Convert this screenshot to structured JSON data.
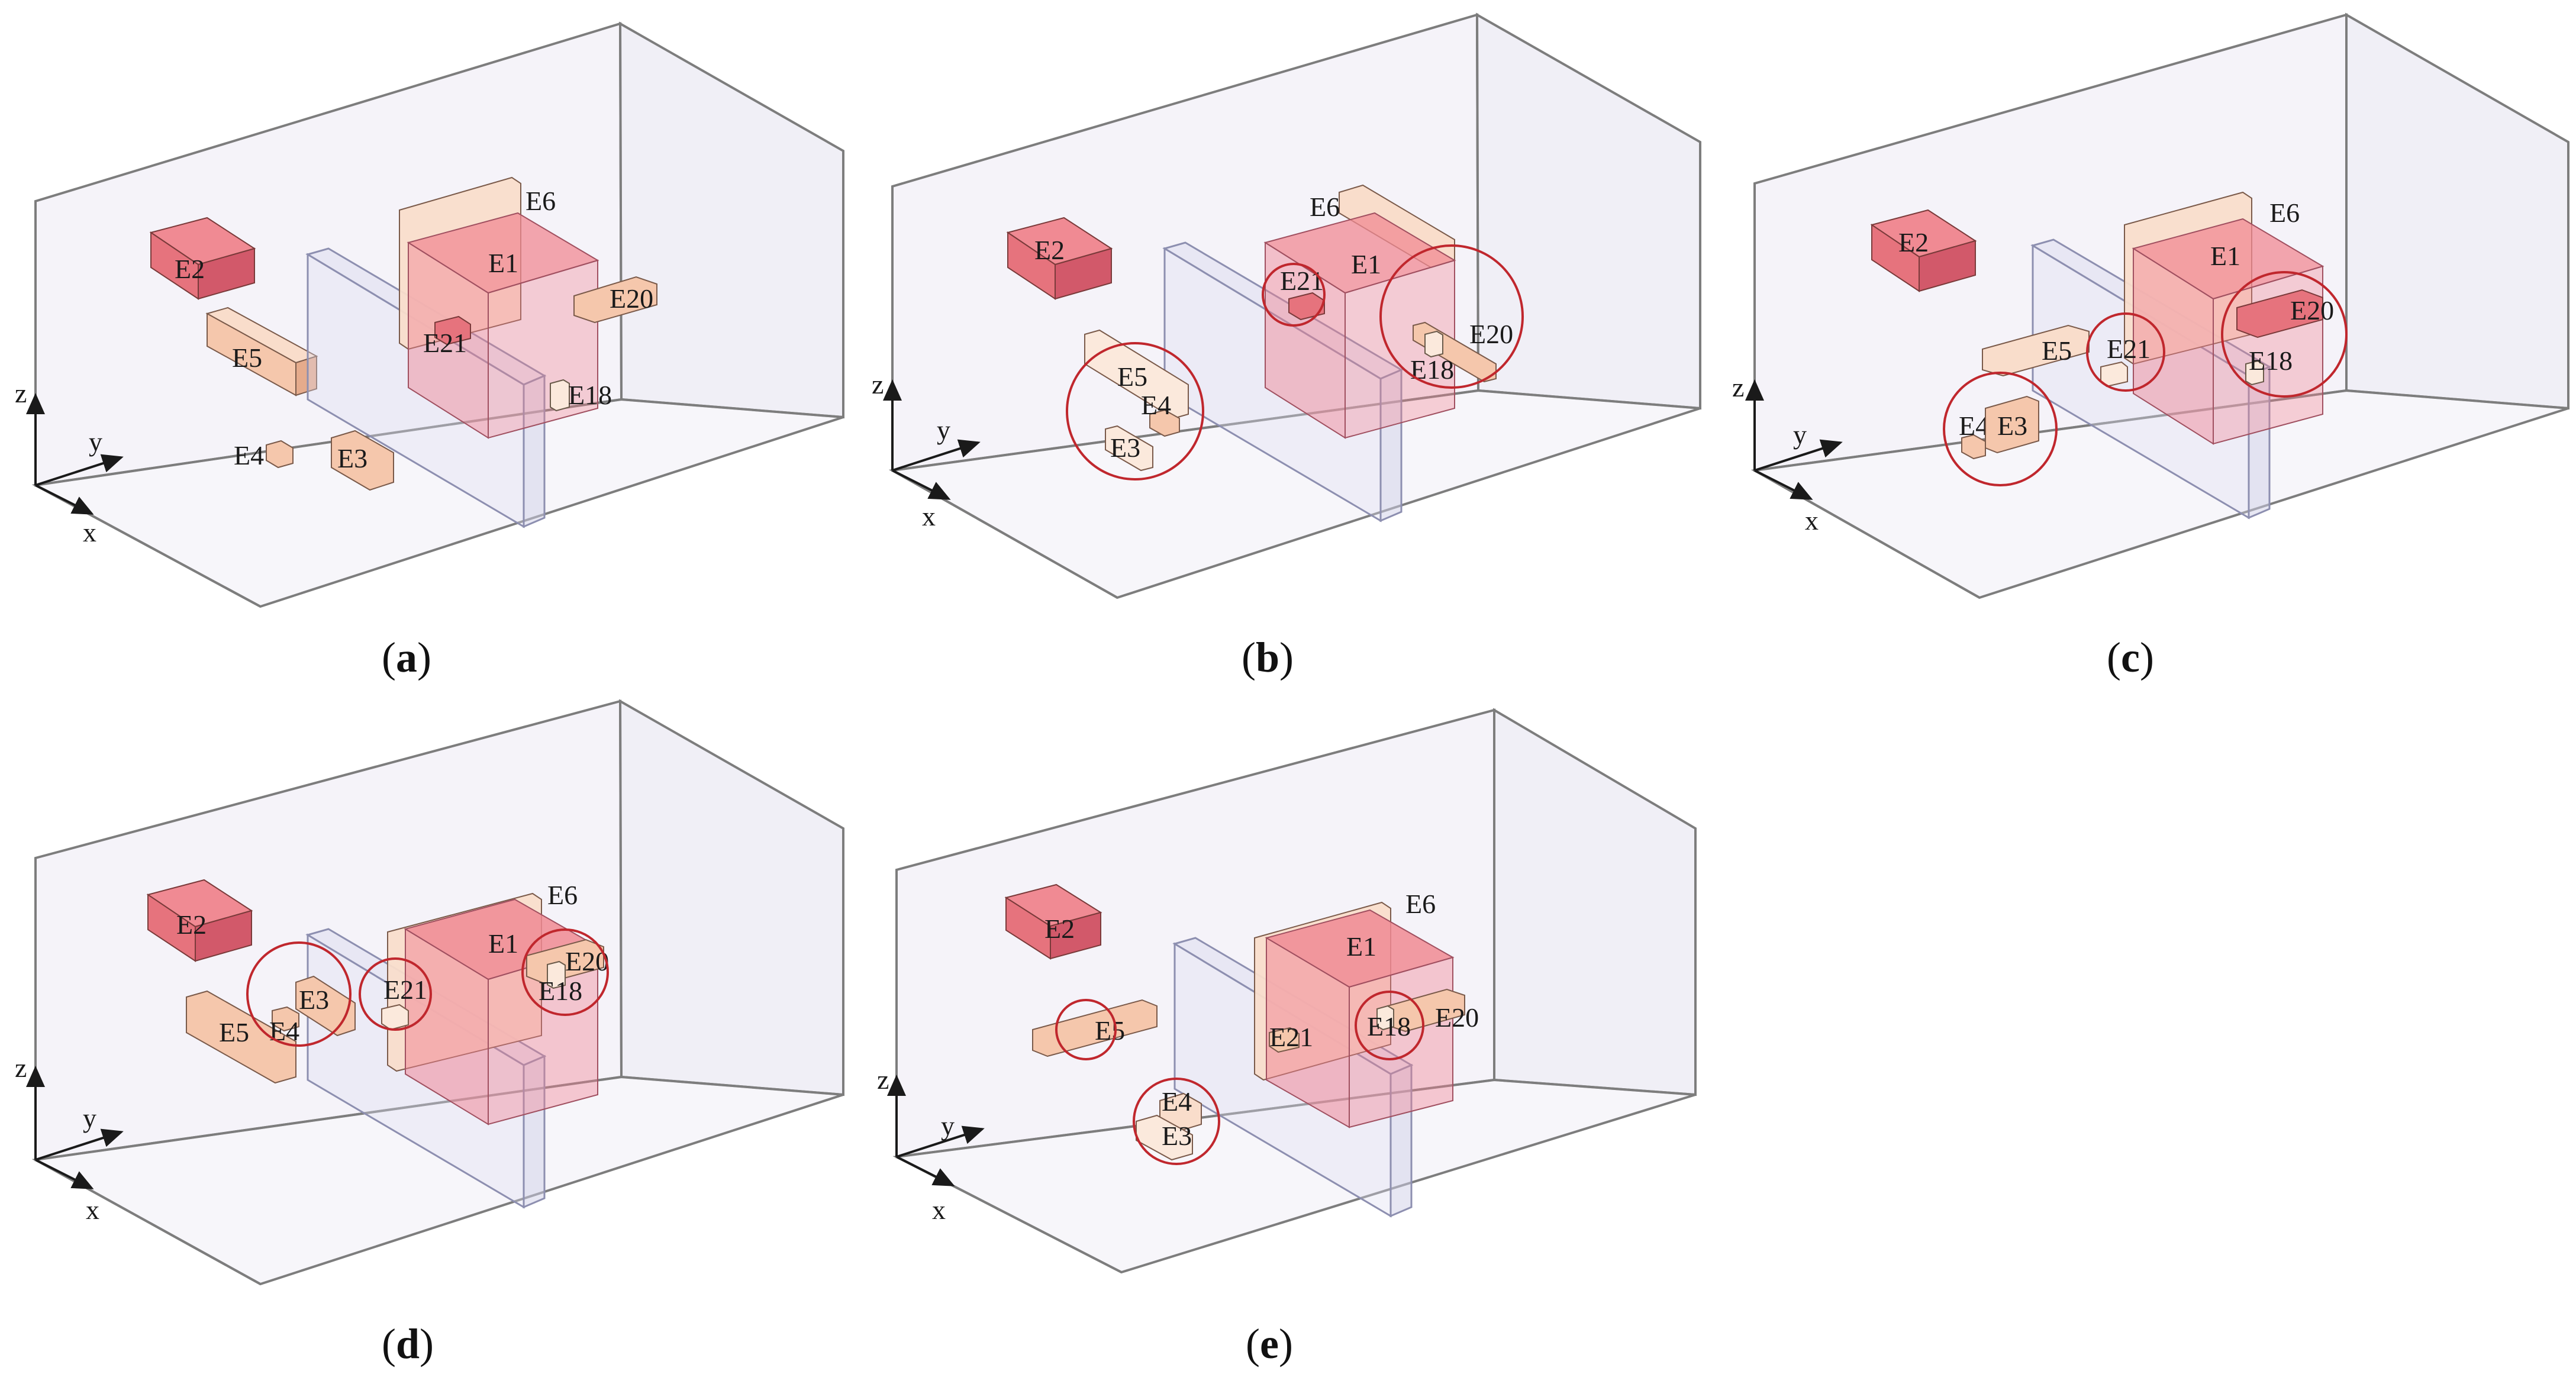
{
  "figure": {
    "colors": {
      "frame_stroke": "#7d7d7d",
      "room_fill": "#ece9f4",
      "partition_fill": "#dcdcf0",
      "partition_stroke": "#8d8fb0",
      "hot_top": "#f08a93",
      "hot_front": "#e6737d",
      "hot_side": "#d2596a",
      "warm_top": "#f9ddcb",
      "warm_front": "#f5c7ac",
      "warm_side": "#e5ab8c",
      "cube_fill": "#f08090",
      "circle": "#c0272d"
    },
    "axes": {
      "x": "x",
      "y": "y",
      "z": "z"
    },
    "panels": [
      {
        "id": "a",
        "caption": {
          "open": "(",
          "letter": "a",
          "close": ")"
        },
        "labels": {
          "E1": "E1",
          "E2": "E2",
          "E3": "E3",
          "E4": "E4",
          "E5": "E5",
          "E6": "E6",
          "E18": "E18",
          "E20": "E20",
          "E21": "E21"
        },
        "highlight_circles": 0
      },
      {
        "id": "b",
        "caption": {
          "open": "(",
          "letter": "b",
          "close": ")"
        },
        "labels": {
          "E1": "E1",
          "E2": "E2",
          "E3": "E3",
          "E4": "E4",
          "E5": "E5",
          "E6": "E6",
          "E18": "E18",
          "E20": "E20",
          "E21": "E21"
        },
        "highlight_circles": 3
      },
      {
        "id": "c",
        "caption": {
          "open": "(",
          "letter": "c",
          "close": ")"
        },
        "labels": {
          "E1": "E1",
          "E2": "E2",
          "E3": "E3",
          "E4": "E4",
          "E5": "E5",
          "E6": "E6",
          "E18": "E18",
          "E20": "E20",
          "E21": "E21"
        },
        "highlight_circles": 3
      },
      {
        "id": "d",
        "caption": {
          "open": "(",
          "letter": "d",
          "close": ")"
        },
        "labels": {
          "E1": "E1",
          "E2": "E2",
          "E3": "E3",
          "E4": "E4",
          "E5": "E5",
          "E6": "E6",
          "E18": "E18",
          "E20": "E20",
          "E21": "E21"
        },
        "highlight_circles": 3
      },
      {
        "id": "e",
        "caption": {
          "open": "(",
          "letter": "e",
          "close": ")"
        },
        "labels": {
          "E1": "E1",
          "E2": "E2",
          "E3": "E3",
          "E4": "E4",
          "E5": "E5",
          "E6": "E6",
          "E18": "E18",
          "E20": "E20",
          "E21": "E21"
        },
        "highlight_circles": 3
      }
    ]
  }
}
